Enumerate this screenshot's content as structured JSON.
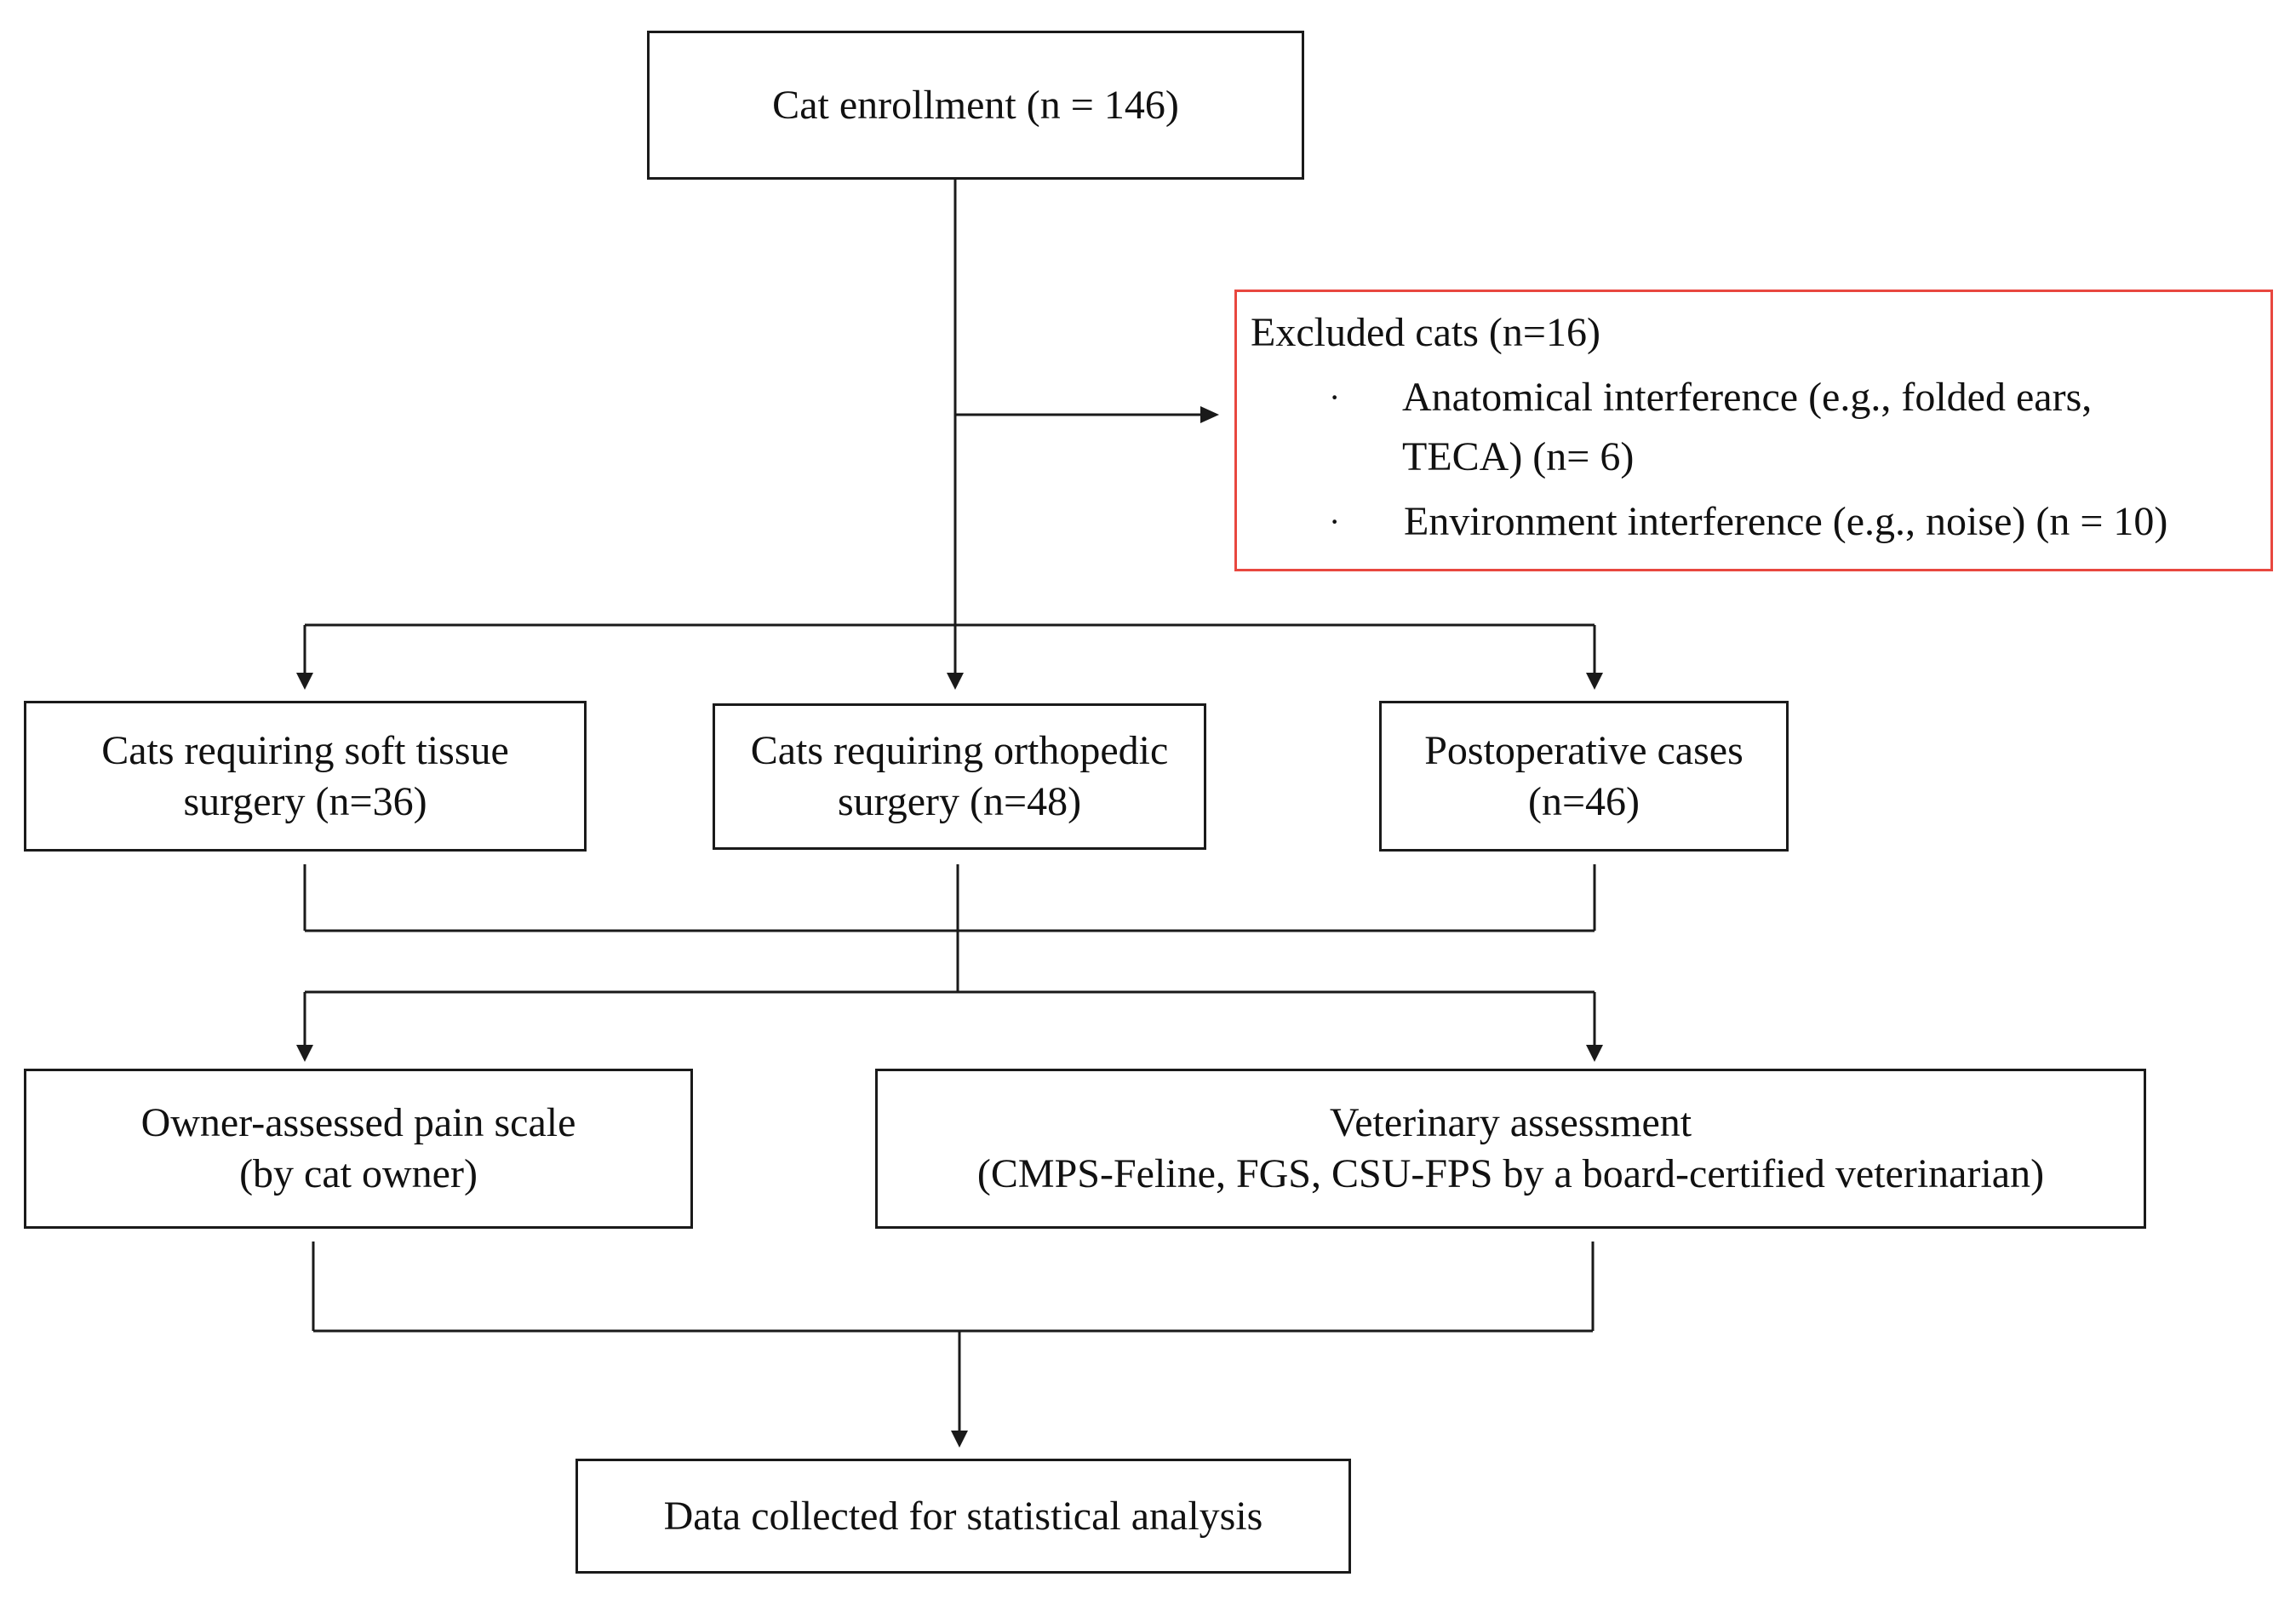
{
  "enrollment": {
    "label": "Cat enrollment (n = 146)"
  },
  "excluded": {
    "title": "Excluded cats (n=16)",
    "bullet_symbol": "·",
    "items": [
      {
        "line1": "Anatomical interference (e.g., folded ears,",
        "line2": "TECA) (n= 6)"
      },
      {
        "line1": "Environment interference (e.g., noise) (n = 10)"
      }
    ],
    "border_color": "#e8473f"
  },
  "groups": [
    {
      "line1": "Cats requiring soft tissue",
      "line2": "surgery (n=36)"
    },
    {
      "line1": "Cats requiring orthopedic",
      "line2": "surgery (n=48)"
    },
    {
      "line1": "Postoperative cases",
      "line2": "(n=46)"
    }
  ],
  "assessments": {
    "owner": {
      "line1": "Owner-assessed pain scale",
      "line2": "(by cat owner)"
    },
    "vet": {
      "line1": "Veterinary assessment",
      "line2": "(CMPS-Feline, FGS, CSU-FPS  by a board-certified veterinarian)"
    }
  },
  "final": {
    "label": "Data collected for statistical analysis"
  }
}
